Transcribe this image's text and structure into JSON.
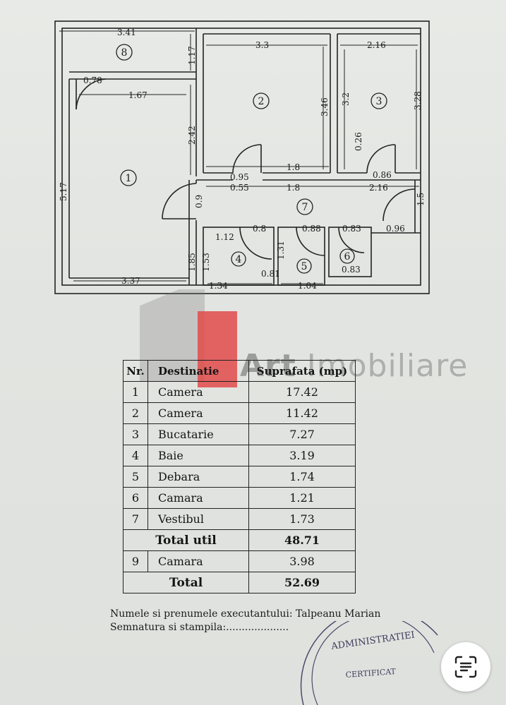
{
  "plan": {
    "dimensions": {
      "d_341": "3.41",
      "d_117": "1.17",
      "d_33": "3.3",
      "d_216_top": "2.16",
      "d_078": "0.78",
      "d_167": "1.67",
      "d_346": "3.46",
      "d_32": "3.2",
      "d_328": "3.28",
      "d_242": "2.42",
      "d_026": "0.26",
      "d_517": "5.17",
      "d_095": "0.95",
      "d_18_a": "1.8",
      "d_086": "0.86",
      "d_055": "0.55",
      "d_18_b": "1.8",
      "d_216_b": "2.16",
      "d_09": "0.9",
      "d_15": "1.5",
      "d_112": "1.12",
      "d_08": "0.8",
      "d_088": "0.88",
      "d_083_a": "0.83",
      "d_096": "0.96",
      "d_185": "1.85",
      "d_153": "1.53",
      "d_131": "1.31",
      "d_081": "0.81",
      "d_083_b": "0.83",
      "d_337": "3.37",
      "d_134": "1.34",
      "d_104": "1.04"
    },
    "rooms": {
      "r1": "1",
      "r2": "2",
      "r3": "3",
      "r4": "4",
      "r5": "5",
      "r6": "6",
      "r7": "7",
      "r8": "8"
    }
  },
  "watermark": {
    "text_bold": "Art",
    "text_light": " Imobiliare"
  },
  "table": {
    "headers": {
      "nr": "Nr.",
      "dest": "Destinatie",
      "sup": "Suprafata (mp)"
    },
    "rows": [
      {
        "nr": "1",
        "dest": "Camera",
        "sup": "17.42"
      },
      {
        "nr": "2",
        "dest": "Camera",
        "sup": "11.42"
      },
      {
        "nr": "3",
        "dest": "Bucatarie",
        "sup": "7.27"
      },
      {
        "nr": "4",
        "dest": "Baie",
        "sup": "3.19"
      },
      {
        "nr": "5",
        "dest": "Debara",
        "sup": "1.74"
      },
      {
        "nr": "6",
        "dest": "Camara",
        "sup": "1.21"
      },
      {
        "nr": "7",
        "dest": "Vestibul",
        "sup": "1.73"
      }
    ],
    "total_util_label": "Total util",
    "total_util_value": "48.71",
    "row9": {
      "nr": "9",
      "dest": "Camara",
      "sup": "3.98"
    },
    "total_label": "Total",
    "total_value": "52.69"
  },
  "signature": {
    "line1": "Numele si prenumele executantului: Talpeanu Marian",
    "line2": "Semnatura si stampila:...................."
  },
  "stamp": {
    "text": "ADMINISTRATIEI",
    "inner": "CERTIFICAT"
  },
  "icons": {
    "scan": "text-scan-icon"
  }
}
